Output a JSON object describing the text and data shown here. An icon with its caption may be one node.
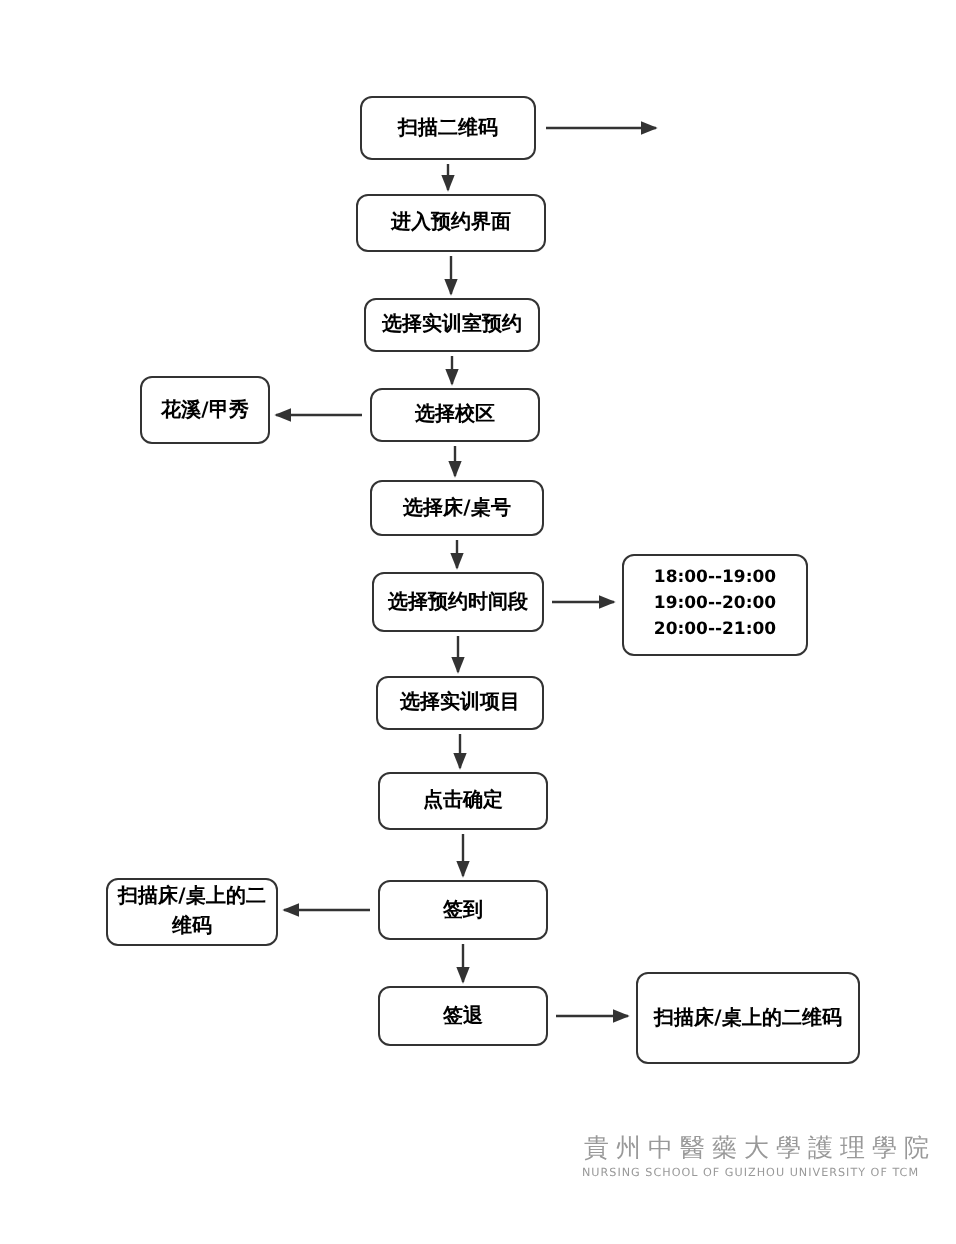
{
  "diagram": {
    "nodes": [
      {
        "text": [
          "扫描二维码"
        ]
      },
      {
        "text": [
          "进入预约界面"
        ]
      },
      {
        "text": [
          "选择实训室预约"
        ]
      },
      {
        "text": [
          "选择校区"
        ]
      },
      {
        "text": [
          "花溪/甲秀"
        ]
      },
      {
        "text": [
          "选择床/桌号"
        ]
      },
      {
        "text": [
          "选择预约时间段"
        ]
      },
      {
        "text": [
          "18:00--19:00",
          "19:00--20:00",
          "20:00--21:00"
        ]
      },
      {
        "text": [
          "选择实训项目"
        ]
      },
      {
        "text": [
          "点击确定"
        ]
      },
      {
        "text": [
          "签到"
        ]
      },
      {
        "text": [
          "扫描床/桌上的二维码"
        ]
      },
      {
        "text": [
          "签退"
        ]
      },
      {
        "text": [
          "扫描床/桌上的二维码"
        ]
      }
    ],
    "edges": [
      {
        "from": 0,
        "to": null,
        "arrow": "to"
      },
      {
        "from": 0,
        "to": 1,
        "arrow": "to"
      },
      {
        "from": 1,
        "to": 2,
        "arrow": "to"
      },
      {
        "from": 2,
        "to": 3,
        "arrow": "to"
      },
      {
        "from": 3,
        "to": 4,
        "arrow": "to"
      },
      {
        "from": 3,
        "to": 5,
        "arrow": "to"
      },
      {
        "from": 5,
        "to": 6,
        "arrow": "to"
      },
      {
        "from": 6,
        "to": 7,
        "arrow": "to"
      },
      {
        "from": 6,
        "to": 8,
        "arrow": "to"
      },
      {
        "from": 8,
        "to": 9,
        "arrow": "to"
      },
      {
        "from": 9,
        "to": 10,
        "arrow": "to"
      },
      {
        "from": 10,
        "to": 11,
        "arrow": "to"
      },
      {
        "from": 10,
        "to": 12,
        "arrow": "to"
      },
      {
        "from": 12,
        "to": 13,
        "arrow": "to"
      }
    ],
    "labels": [
      "貴州中醫藥大學護理學院",
      "NURSING SCHOOL OF GUIZHOU UNIVERSITY OF TCM"
    ]
  }
}
